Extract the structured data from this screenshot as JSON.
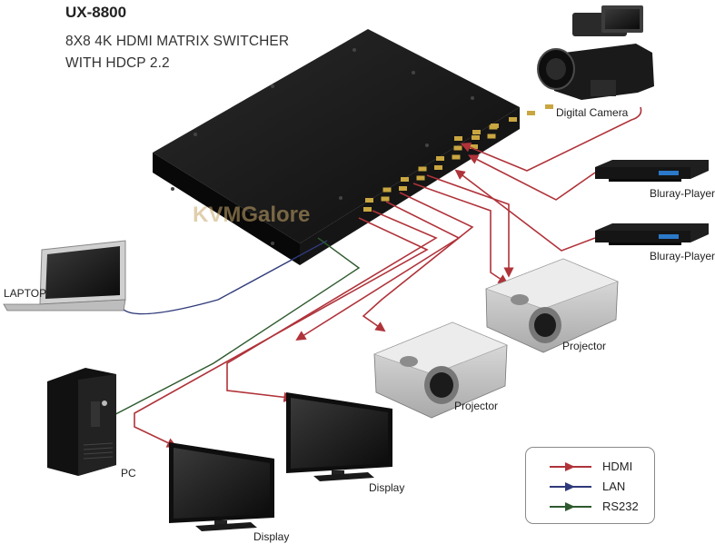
{
  "header": {
    "model": "UX-8800",
    "subtitle_line1": "8X8 4K HDMI MATRIX SWITCHER",
    "subtitle_line2": "WITH HDCP 2.2"
  },
  "watermark": "KVMGalore",
  "devices": {
    "camera": "Digital Camera",
    "bluray1": "Bluray-Player",
    "bluray2": "Bluray-Player",
    "laptop": "LAPTOP",
    "pc": "PC",
    "projector1": "Projector",
    "projector2": "Projector",
    "display1": "Display",
    "display2": "Display"
  },
  "legend": {
    "items": [
      {
        "label": "HDMI",
        "color": "#b0333a"
      },
      {
        "label": "LAN",
        "color": "#2f3a7a"
      },
      {
        "label": "RS232",
        "color": "#2e5a2e"
      }
    ]
  },
  "colors": {
    "hdmi": "#b0333a",
    "lan": "#2f3a7a",
    "rs232": "#2e5a2e"
  }
}
